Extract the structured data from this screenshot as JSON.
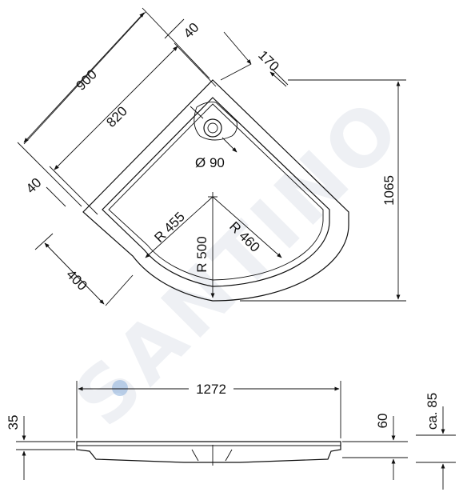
{
  "watermark": "SANTINO",
  "watermark_dot_color": "#7fa8d8",
  "plan_view": {
    "dim_900": "900",
    "dim_820": "820",
    "dim_40_top": "40",
    "dim_40_left": "40",
    "dim_170": "170",
    "dim_1065": "1065",
    "dim_400": "400",
    "drain_diameter": "Ø 90",
    "radius_455": "R 455",
    "radius_460": "R 460",
    "radius_500": "R 500"
  },
  "side_view": {
    "dim_1272": "1272",
    "dim_35": "35",
    "dim_60": "60",
    "dim_ca85": "ca. 85"
  }
}
